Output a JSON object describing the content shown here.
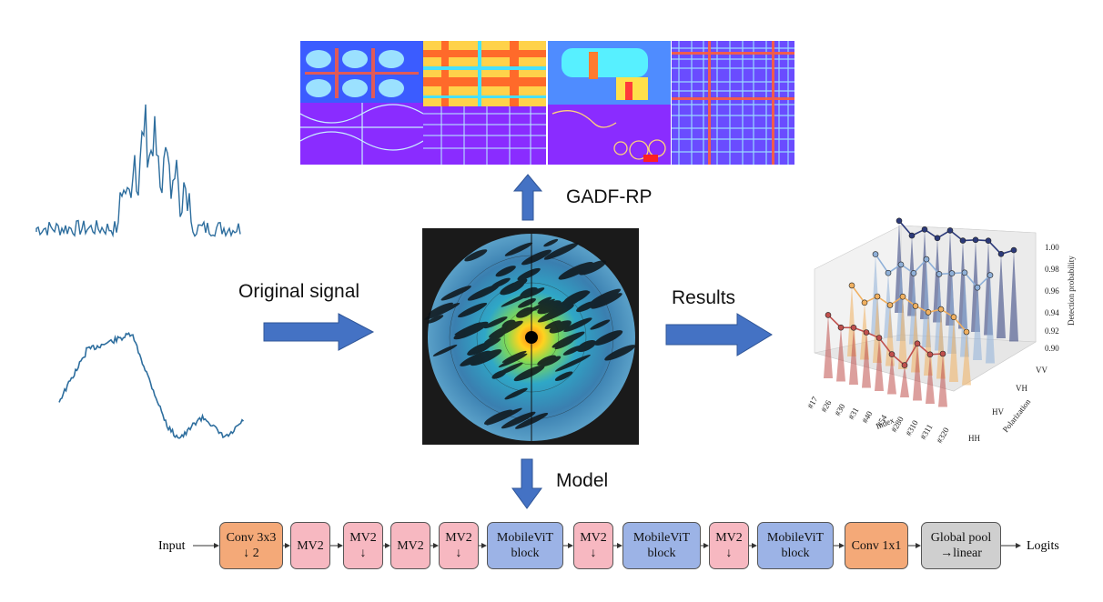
{
  "labels": {
    "gadf_rp": "GADF-RP",
    "original_signal": "Original signal",
    "results": "Results",
    "model": "Model"
  },
  "pipeline": {
    "input": "Input",
    "output": "Logits",
    "blocks": [
      {
        "l1": "Conv 3x3",
        "l2": "↓ 2",
        "kind": "orange"
      },
      {
        "l1": "MV2",
        "l2": "",
        "kind": "pink"
      },
      {
        "l1": "MV2",
        "l2": "↓",
        "kind": "pink"
      },
      {
        "l1": "MV2",
        "l2": "",
        "kind": "pink"
      },
      {
        "l1": "MV2",
        "l2": "↓",
        "kind": "pink"
      },
      {
        "l1": "MobileViT",
        "l2": "block",
        "kind": "blue"
      },
      {
        "l1": "MV2",
        "l2": "↓",
        "kind": "pink"
      },
      {
        "l1": "MobileViT",
        "l2": "block",
        "kind": "blue"
      },
      {
        "l1": "MV2",
        "l2": "↓",
        "kind": "pink"
      },
      {
        "l1": "MobileViT",
        "l2": "block",
        "kind": "blue"
      },
      {
        "l1": "Conv 1x1",
        "l2": "",
        "kind": "orange"
      },
      {
        "l1": "Global pool",
        "l2": "→linear",
        "kind": "gray"
      }
    ]
  },
  "results_chart": {
    "zlabel": "Detection probability",
    "xlabel": "Index",
    "ylabel": "Polarization",
    "z_ticks": [
      "1.00",
      "0.98",
      "0.96",
      "0.94",
      "0.92",
      "0.90"
    ],
    "index_ticks": [
      "#17",
      "#26",
      "#30",
      "#31",
      "#40",
      "#54",
      "#280",
      "#310",
      "#311",
      "#320"
    ],
    "polarization_ticks": [
      "HH",
      "HV",
      "VH",
      "VV"
    ]
  },
  "colors": {
    "arrow": "#4472c4",
    "arrow_stroke": "#2f5597",
    "signal": "#2e6e9e",
    "hh": "#c0504d",
    "hv": "#f0b060",
    "vh": "#8fb0d8",
    "vv": "#2c3a7a"
  }
}
